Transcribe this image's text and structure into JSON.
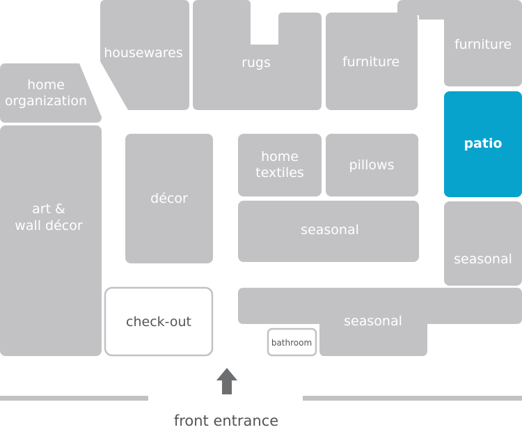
{
  "colors": {
    "department": "#c2c2c4",
    "highlight": "#07a3cd",
    "outline": "#c2c2c4",
    "text_light": "#ffffff",
    "text_dark": "#555555",
    "arrow": "#6d6e70"
  },
  "departments": {
    "housewares": "housewares",
    "rugs": "rugs",
    "furniture_center": "furniture",
    "furniture_right": "furniture",
    "home_organization_line1": "home",
    "home_organization_line2": "organization",
    "art_line1": "art &",
    "art_line2": "wall décor",
    "decor": "décor",
    "home_textiles_line1": "home",
    "home_textiles_line2": "textiles",
    "pillows": "pillows",
    "patio": "patio",
    "seasonal_center": "seasonal",
    "seasonal_right": "seasonal",
    "seasonal_bottom": "seasonal",
    "checkout": "check-out",
    "bathroom": "bathroom"
  },
  "entrance": {
    "label": "front entrance"
  },
  "arrow_icon": "up-arrow-icon"
}
